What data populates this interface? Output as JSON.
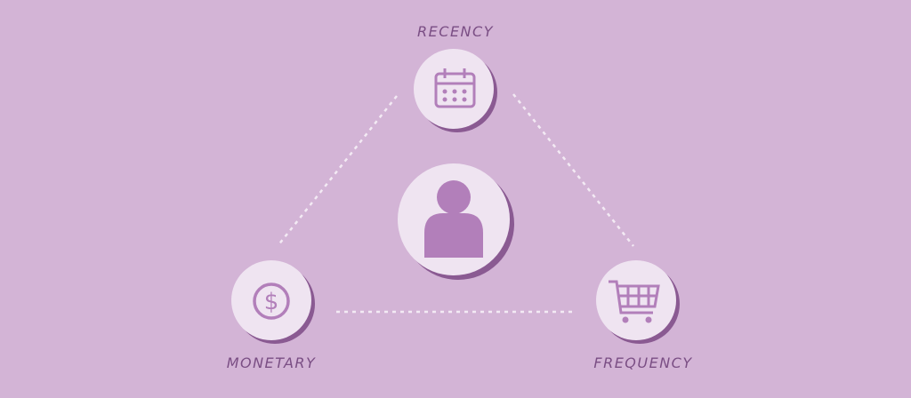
{
  "labels": {
    "recency": "RECENCY",
    "monetary": "MONETARY",
    "frequency": "FREQUENCY"
  },
  "icons": {
    "center": "person-icon",
    "recency": "calendar-icon",
    "monetary": "dollar-coin-icon",
    "frequency": "shopping-cart-icon"
  },
  "colors": {
    "background": "#d3b4d6",
    "circle": "#efe4f1",
    "icon": "#b27fba",
    "shadow": "#8a5a92",
    "text": "#7a4e84",
    "connector": "#f3eaf4"
  }
}
